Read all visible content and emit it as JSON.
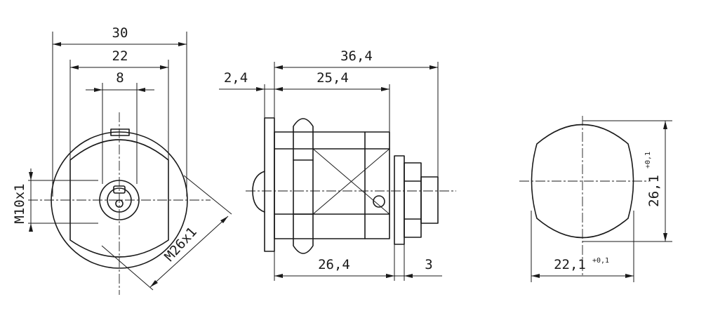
{
  "front_view": {
    "dim_overall": "30",
    "dim_body": "22",
    "dim_key": "8",
    "dim_cam_thread": "M10x1",
    "dim_body_thread": "M26x1"
  },
  "side_view": {
    "dim_total": "36,4",
    "dim_flange": "2,4",
    "dim_body_upper": "25,4",
    "dim_body_lower": "26,4",
    "dim_nut": "3"
  },
  "cutout_view": {
    "dim_width": "22,1",
    "dim_width_tol": "+0,1",
    "dim_height": "26,1",
    "dim_height_tol": "+0,1"
  }
}
